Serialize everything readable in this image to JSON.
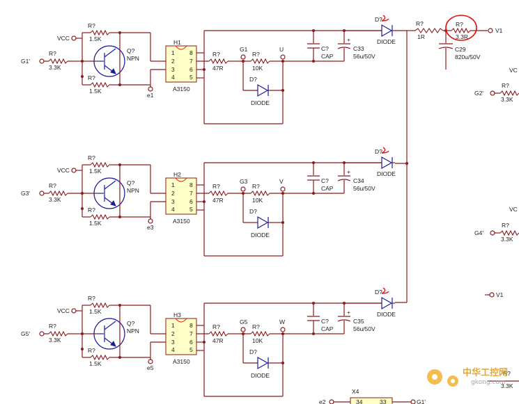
{
  "channels": [
    {
      "id": "ch1",
      "input": "G1'",
      "opto": "H1",
      "opto_part": "A3150",
      "gate": "G1",
      "phase": "U",
      "emitter": "e1",
      "cap_e": "C33",
      "cap_e_val": "56u/50V"
    },
    {
      "id": "ch2",
      "input": "G3'",
      "opto": "H2",
      "opto_part": "A3150",
      "gate": "G3",
      "phase": "V",
      "emitter": "e3",
      "cap_e": "C34",
      "cap_e_val": "56u/50V"
    },
    {
      "id": "ch3",
      "input": "G5'",
      "opto": "H3",
      "opto_part": "A3150",
      "gate": "G5",
      "phase": "W",
      "emitter": "e5",
      "cap_e": "C35",
      "cap_e_val": "56u/50V"
    }
  ],
  "labels": {
    "vcc": "VCC",
    "res": "R?",
    "r_15k": "1.5K",
    "r_33k": "3.3K",
    "q": "Q?",
    "npn": "NPN",
    "r_47": "47R",
    "r_10k": "10K",
    "diode_ref": "D?",
    "diode": "DIODE",
    "cap_ref": "C?",
    "cap": "CAP",
    "pin1": "1",
    "pin2": "2",
    "pin3": "3",
    "pin4": "4",
    "pin5": "5",
    "pin6": "6",
    "pin7": "7",
    "pin8": "8"
  },
  "top_right": {
    "r1_ref": "R?",
    "r1_val": "1R",
    "r2_ref": "R?",
    "r2_val": "3.3R",
    "c29": "C29",
    "c29_val": "820u/50V",
    "v1": "V1"
  },
  "right_partial": {
    "vc1": "VC",
    "g2": "G2'",
    "g2_r": "R?",
    "g2_val": "3.3K",
    "vc2": "VC",
    "g4": "G4'",
    "g4_r": "R?",
    "g4_val": "3.3K",
    "v1b": "V1",
    "g6_r": "R?",
    "g6_val": "3.3K",
    "x4": "X4",
    "x4_p1": "34",
    "x4_p2": "33",
    "x4_left": "e2",
    "x4_right": "G1'"
  },
  "watermark": {
    "cn": "中华工控网",
    "url": "gkong.com"
  }
}
